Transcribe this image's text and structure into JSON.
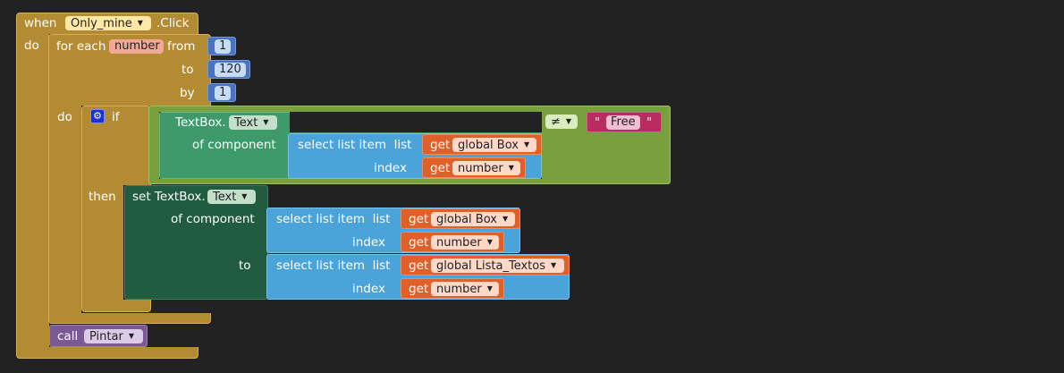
{
  "event": {
    "when": "when",
    "component": "Only_mine",
    "event_name": ".Click",
    "do": "do"
  },
  "for_each": {
    "prefix": "for each",
    "var": "number",
    "from": "from",
    "to": "to",
    "by": "by",
    "from_val": "1",
    "to_val": "120",
    "by_val": "1",
    "do": "do"
  },
  "if_block": {
    "if": "if",
    "then": "then",
    "gear_glyph": "⚙"
  },
  "condition": {
    "getter_component": "TextBox.",
    "getter_prop": "Text",
    "of_component": "of component",
    "select_list_item": "select list item",
    "list": "list",
    "index": "index",
    "get": "get",
    "list_var": "global Box",
    "index_var": "number",
    "compare_op": "≠",
    "text_value": "Free",
    "quote_open": "\"",
    "quote_close": "\""
  },
  "setter": {
    "set": "set TextBox.",
    "prop": "Text",
    "of_component": "of component",
    "to": "to",
    "select_list_item": "select list item",
    "list": "list",
    "index": "index",
    "get": "get",
    "list_var_1": "global Box",
    "index_var_1": "number",
    "list_var_2": "global Lista_Textos",
    "index_var_2": "number"
  },
  "call": {
    "call": "call",
    "procedure": "Pintar"
  },
  "dropdown_arrow": "▼"
}
